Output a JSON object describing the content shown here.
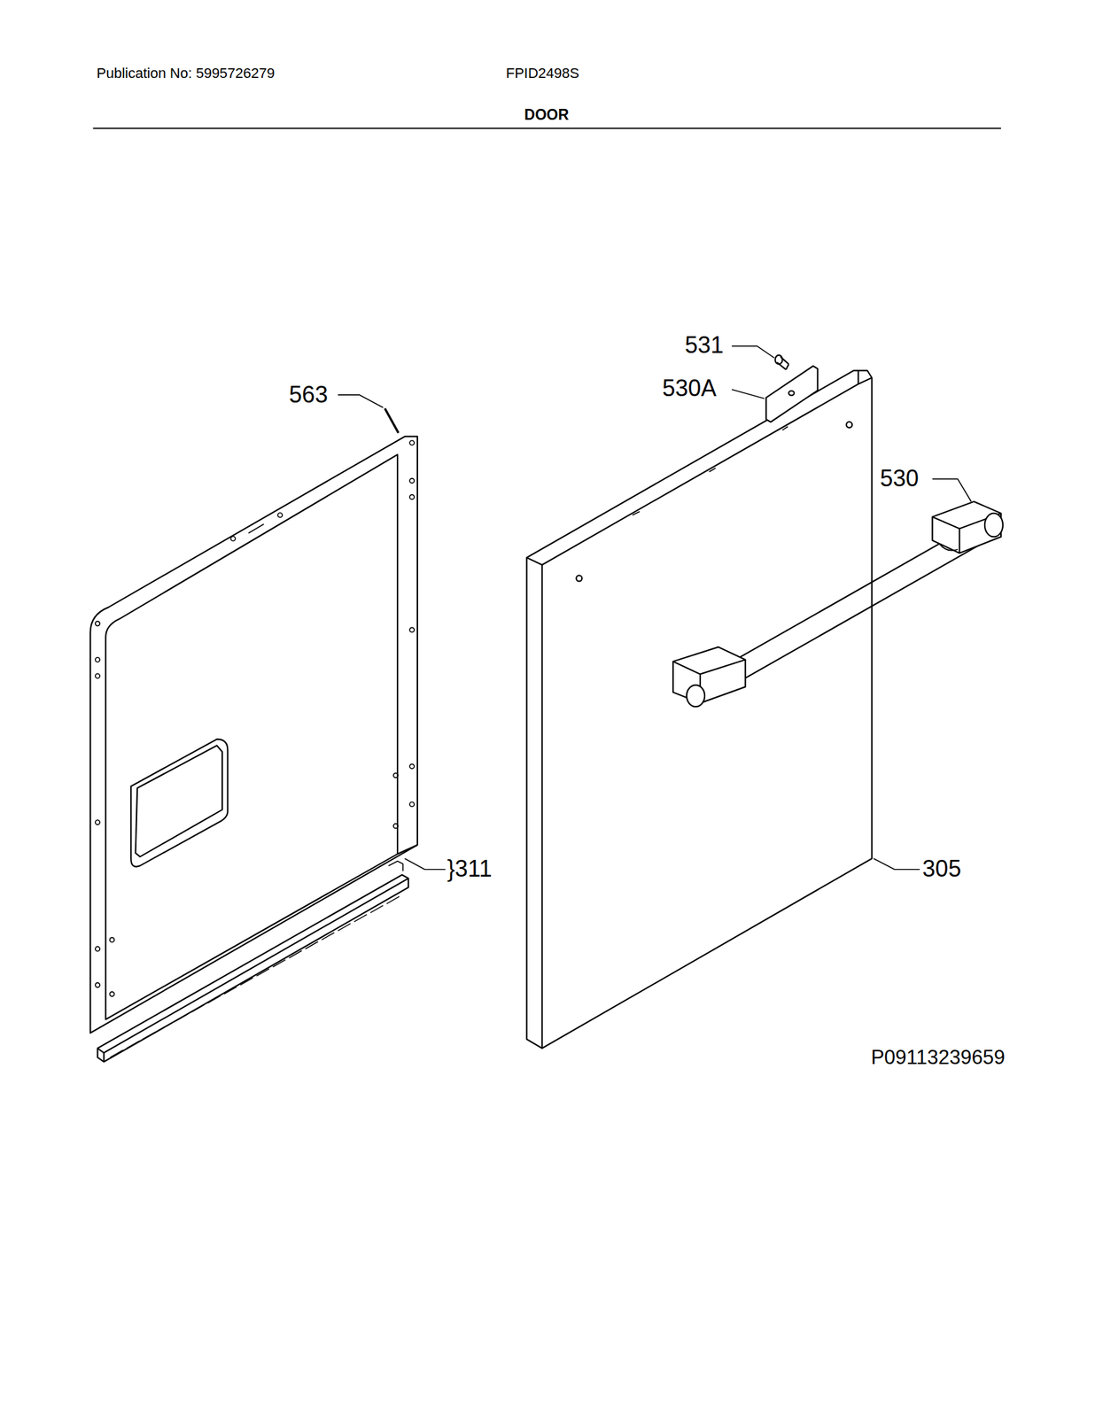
{
  "diagram": {
    "title": "DOOR",
    "labels": [
      "Publication No: 5995726279",
      "FPID2498S",
      "563",
      "531",
      "530A",
      "530",
      "}311",
      "305",
      "P09113239659"
    ]
  }
}
